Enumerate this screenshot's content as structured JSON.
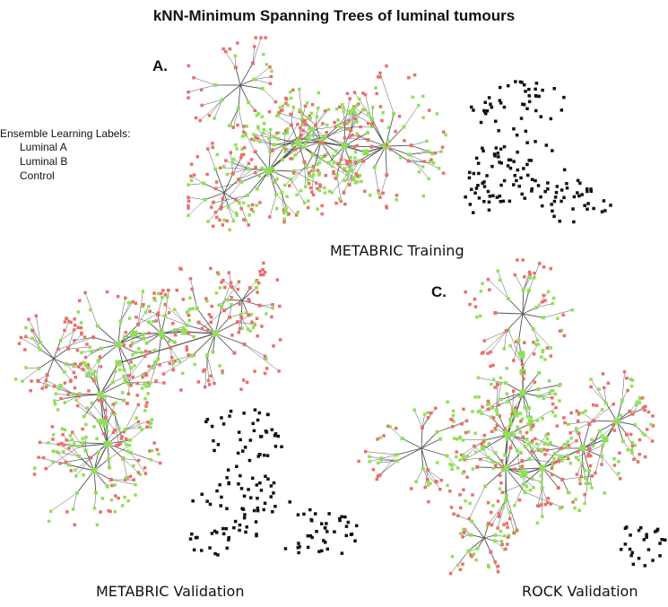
{
  "title": "kNN-Minimum Spanning Trees of luminal tumours",
  "legend": {
    "heading": "Ensemble Learning Labels:",
    "items": [
      "Luminal A",
      "Luminal B",
      "Control"
    ]
  },
  "panels": [
    {
      "letter": "A.",
      "caption": "METABRIC Training"
    },
    {
      "letter": "",
      "caption": "METABRIC Validation"
    },
    {
      "letter": "C.",
      "caption": "ROCK Validation"
    }
  ],
  "colors": {
    "luminal_a": "#8fe056",
    "luminal_b": "#e8706c",
    "control": "#111111",
    "edge": "#555555"
  }
}
